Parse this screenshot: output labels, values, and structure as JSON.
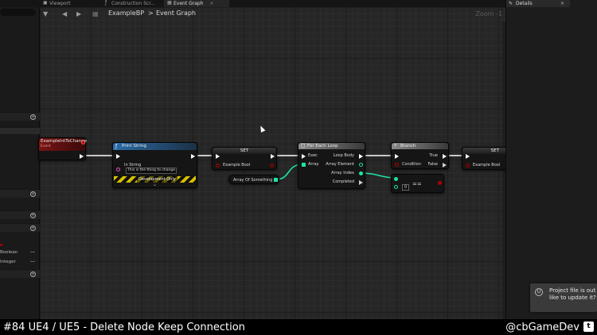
{
  "tabs": [
    {
      "label": "Viewport",
      "icon": "viewport-icon"
    },
    {
      "label": "Construction Scr...",
      "icon": "function-icon"
    },
    {
      "label": "Event Graph",
      "icon": "grid-icon",
      "close": "×"
    }
  ],
  "details_tab": {
    "label": "Details",
    "close": "×"
  },
  "toolbar": {
    "back": "◀",
    "forward": "▶",
    "breadcrumb_root": "ExampleBP",
    "separator": ">",
    "breadcrumb_current": "Event Graph",
    "zoom": "Zoom -1"
  },
  "left_panel": {
    "var_types": [
      "Boolean",
      "Integer"
    ]
  },
  "nodes": {
    "event": {
      "title": "ExampleIntToChange",
      "subtitle": "Event"
    },
    "print_string": {
      "title": "Print String",
      "in_string_label": "In String",
      "in_string_value": "This is the thing to change",
      "dev_only": "Development Only",
      "expand": "⌄"
    },
    "set1": {
      "title": "SET",
      "var": "Example Bool"
    },
    "array_var": {
      "label": "Array Of Something"
    },
    "for_each": {
      "title": "For Each Loop",
      "exec": "Exec",
      "array": "Array",
      "loop_body": "Loop Body",
      "array_element": "Array Element",
      "array_index": "Array Index",
      "completed": "Completed"
    },
    "branch": {
      "title": "Branch",
      "condition": "Condition",
      "true": "True",
      "false": "False"
    },
    "equal": {
      "op": "==",
      "value": "0"
    },
    "set2": {
      "title": "SET",
      "var": "Example Bool"
    }
  },
  "toast": {
    "line1": "Project file is out",
    "line2": "like to update it?"
  },
  "caption": {
    "left": "#84 UE4 / UE5 - Delete Node Keep Connection",
    "right": "@cbGameDev",
    "twitter_icon": "t"
  },
  "colors": {
    "exec_wire": "#ffffff",
    "bool_pin": "#b00000",
    "int_pin": "#1ee3a8",
    "string_pin": "#f04bc0"
  }
}
